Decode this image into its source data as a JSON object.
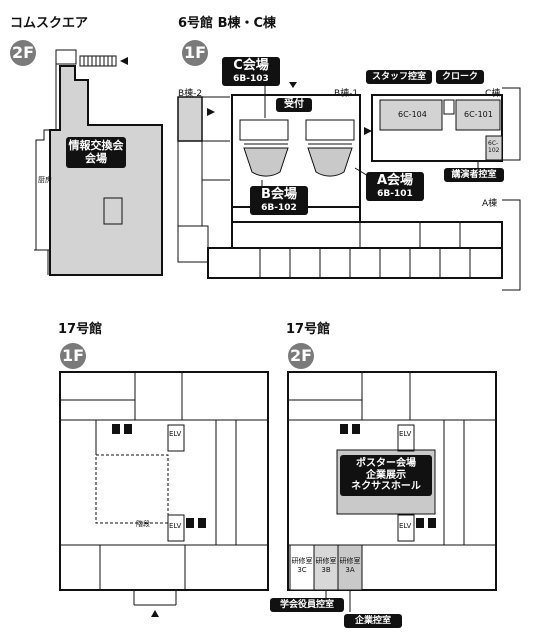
{
  "komusquare": {
    "title": "コムスクエア",
    "floor": "2F",
    "room": "情報交換会\n会場",
    "small_label": "厨房"
  },
  "bldg6": {
    "title": "6号館 B棟・C棟",
    "floor": "1F",
    "b2": "B棟-2",
    "b1": "B棟-1",
    "c_wing": "C棟",
    "a_wing": "A棟",
    "hall_c": {
      "name": "C会場",
      "room": "6B-103"
    },
    "hall_b": {
      "name": "B会場",
      "room": "6B-102"
    },
    "hall_a": {
      "name": "A会場",
      "room": "6B-101"
    },
    "reception": "受付",
    "staff": "スタッフ控室",
    "cloak": "クローク",
    "r104": "6C-104",
    "r101": "6C-101",
    "r102": "6C-102",
    "speakers": "講演者控室"
  },
  "bldg17_1f": {
    "title": "17号館",
    "floor": "1F",
    "stairs": "階段",
    "elv": "ELV"
  },
  "bldg17_2f": {
    "title": "17号館",
    "floor": "2F",
    "poster": "ポスター会場\n企業展示\nネクサスホール",
    "r3c": "研修室\n3C",
    "r3b": "研修室\n3B",
    "r3a": "研修室\n3A",
    "officers": "学会役員控室",
    "company": "企業控室",
    "elv": "ELV"
  }
}
